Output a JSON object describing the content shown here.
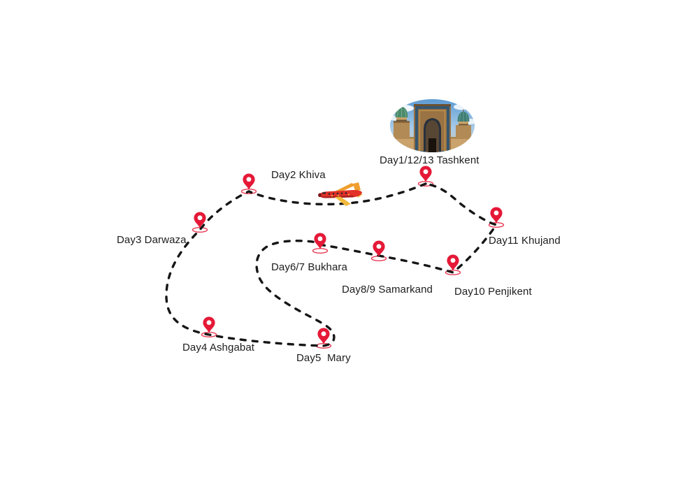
{
  "figure": {
    "type": "travel-itinerary-route-map",
    "background": "#ffffff"
  },
  "stops": [
    {
      "id": "tashkent",
      "label": "Day1/12/13 Tashkent",
      "city": "Tashkent",
      "days": "1/12/13"
    },
    {
      "id": "khiva",
      "label": "Day2 Khiva",
      "city": "Khiva",
      "days": "2"
    },
    {
      "id": "darwaza",
      "label": "Day3 Darwaza",
      "city": "Darwaza",
      "days": "3"
    },
    {
      "id": "ashgabat",
      "label": "Day4 Ashgabat",
      "city": "Ashgabat",
      "days": "4"
    },
    {
      "id": "mary",
      "label": "Day5  Mary",
      "city": "Mary",
      "days": "5"
    },
    {
      "id": "bukhara",
      "label": "Day6/7 Bukhara",
      "city": "Bukhara",
      "days": "6/7"
    },
    {
      "id": "samarkand",
      "label": "Day8/9 Samarkand",
      "city": "Samarkand",
      "days": "8/9"
    },
    {
      "id": "penjikent",
      "label": "Day10 Penjikent",
      "city": "Penjikent",
      "days": "10"
    },
    {
      "id": "khujand",
      "label": "Day11 Khujand",
      "city": "Khujand",
      "days": "11"
    }
  ],
  "route": {
    "order": [
      "Tashkent",
      "Khiva",
      "Darwaza",
      "Ashgabat",
      "Mary",
      "Bukhara",
      "Samarkand",
      "Penjikent",
      "Khujand",
      "Tashkent"
    ],
    "style": "dashed",
    "closed_loop": true,
    "flight_segment": "Tashkent-Khiva"
  },
  "icons": {
    "pin": "map-pin-icon",
    "pin_base": "pin-base-ellipse",
    "plane": "airplane-icon",
    "photo": "tashkent-madrasah-photo"
  },
  "colors": {
    "pin_red": "#e51937",
    "route": "#161616",
    "label_text": "#1d1d1d",
    "plane_body_red": "#e23128",
    "plane_wing_orange": "#ef9f2e",
    "plane_wing_yellow": "#f2b93c",
    "background": "#ffffff"
  }
}
